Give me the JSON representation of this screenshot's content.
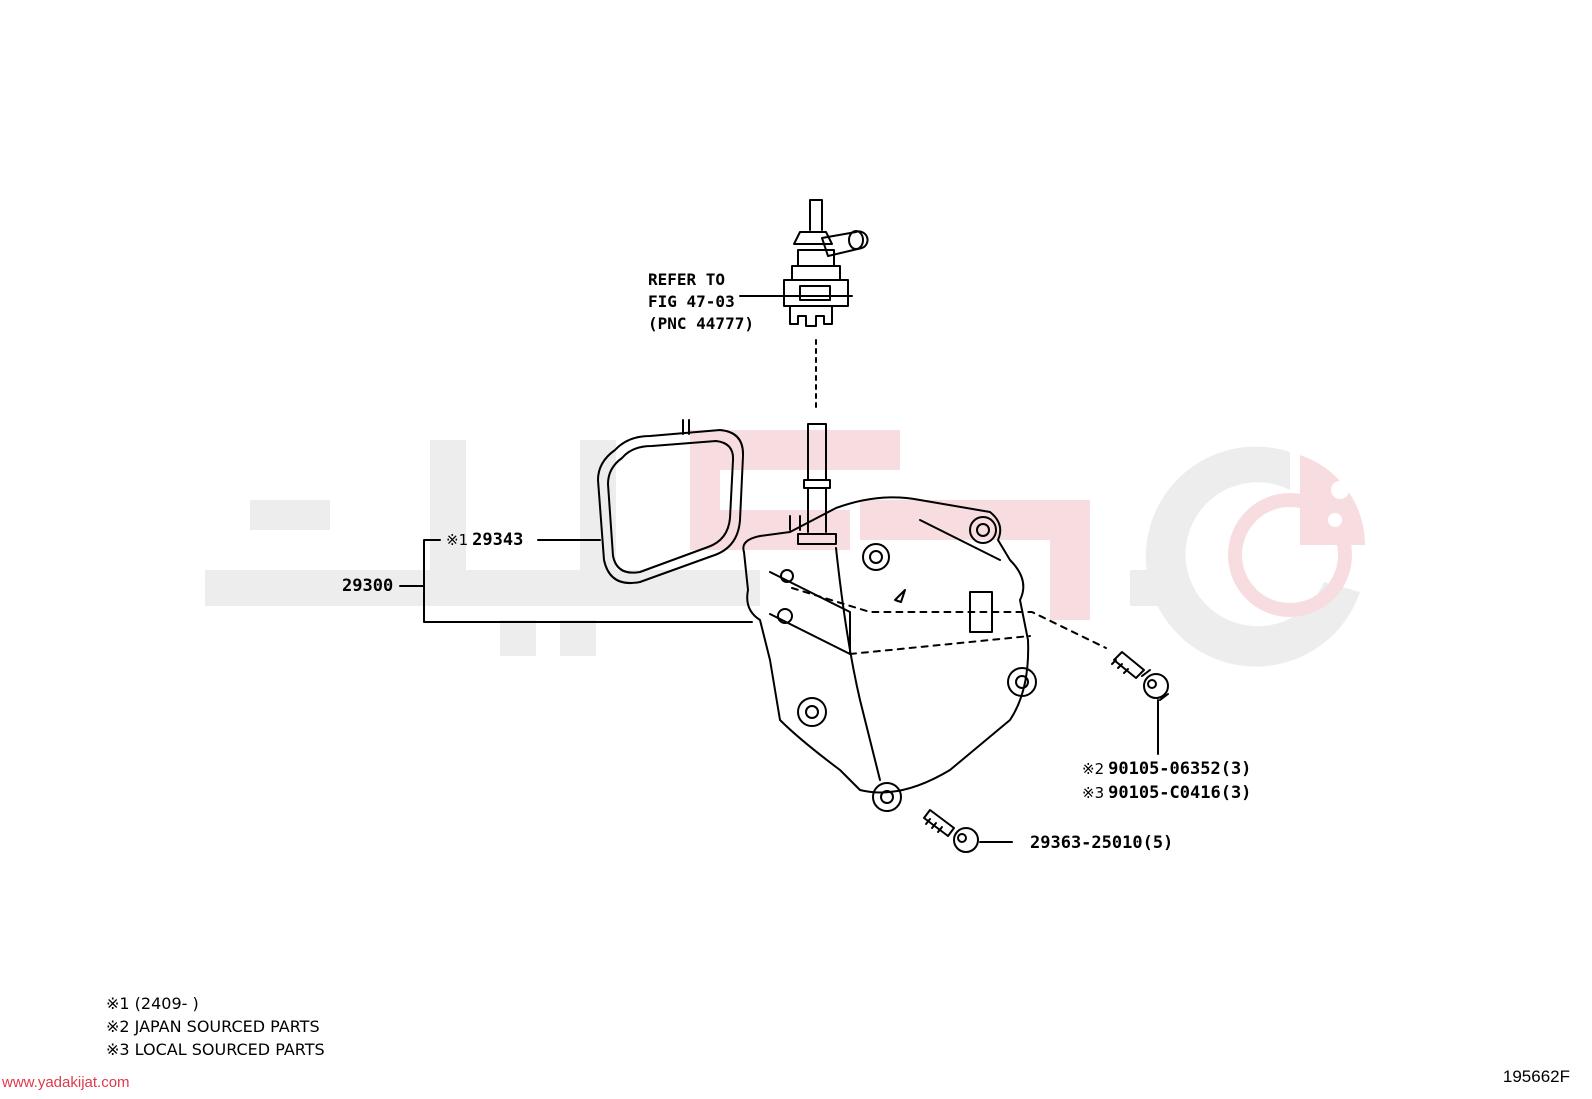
{
  "refer": {
    "line1": "REFER TO",
    "line2": "FIG 47-03",
    "line3": "(PNC 44777)"
  },
  "parts": {
    "p29343": {
      "mark": "※1",
      "number": "29343"
    },
    "p29300": {
      "number": "29300"
    },
    "p90105a": {
      "mark": "※2",
      "number": "90105-06352(3)"
    },
    "p90105b": {
      "mark": "※3",
      "number": "90105-C0416(3)"
    },
    "p29363": {
      "number": "29363-25010(5)"
    }
  },
  "notes": {
    "n1": "※1 (2409-       )",
    "n2": "※2 JAPAN SOURCED PARTS",
    "n3": "※3 LOCAL SOURCED PARTS"
  },
  "footer": {
    "site": "www.yadakijat.com",
    "code": "195662F"
  },
  "colors": {
    "watermark_gray": "#ececec",
    "watermark_red": "#f6d9dd",
    "site_red": "#e0394b"
  }
}
